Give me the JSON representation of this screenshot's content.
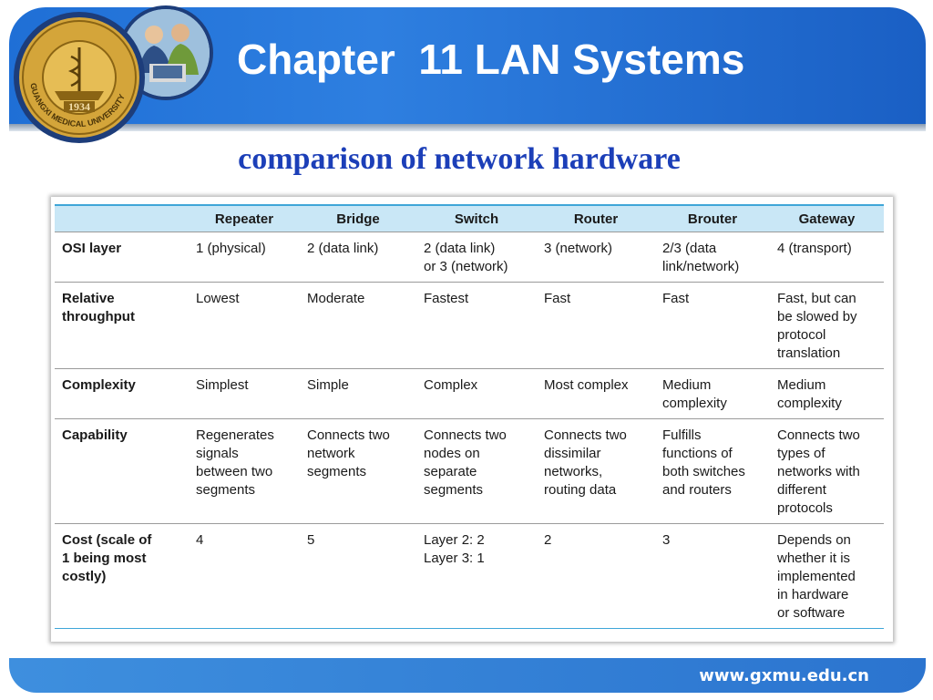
{
  "header": {
    "title": "Chapter  11 LAN Systems"
  },
  "logo": {
    "year": "1934",
    "ring_text": "GUANGXI MEDICAL UNIVERSITY"
  },
  "subtitle": "comparison of network hardware",
  "table": {
    "columns": [
      "",
      "Repeater",
      "Bridge",
      "Switch",
      "Router",
      "Brouter",
      "Gateway"
    ],
    "rows": [
      {
        "label": [
          "OSI layer"
        ],
        "cells": [
          [
            "1 (physical)"
          ],
          [
            "2 (data link)"
          ],
          [
            "2 (data link)",
            "or 3 (network)"
          ],
          [
            "3 (network)"
          ],
          [
            "2/3 (data",
            "link/network)"
          ],
          [
            "4 (transport)"
          ]
        ]
      },
      {
        "label": [
          "Relative",
          "throughput"
        ],
        "cells": [
          [
            "Lowest"
          ],
          [
            "Moderate"
          ],
          [
            "Fastest"
          ],
          [
            "Fast"
          ],
          [
            "Fast"
          ],
          [
            "Fast, but can",
            "be slowed by",
            "protocol",
            "translation"
          ]
        ]
      },
      {
        "label": [
          "Complexity"
        ],
        "cells": [
          [
            "Simplest"
          ],
          [
            "Simple"
          ],
          [
            "Complex"
          ],
          [
            "Most complex"
          ],
          [
            "Medium",
            "complexity"
          ],
          [
            "Medium",
            "complexity"
          ]
        ]
      },
      {
        "label": [
          "Capability"
        ],
        "cells": [
          [
            "Regenerates",
            "signals",
            "between two",
            "segments"
          ],
          [
            "Connects two",
            "network",
            "segments"
          ],
          [
            "Connects two",
            "nodes on",
            "separate",
            "segments"
          ],
          [
            "Connects two",
            "dissimilar",
            "networks,",
            "routing data"
          ],
          [
            "Fulfills",
            "functions of",
            "both switches",
            "and routers"
          ],
          [
            "Connects two",
            "types of",
            "networks with",
            "different",
            "protocols"
          ]
        ]
      },
      {
        "label": [
          "Cost (scale of",
          "1 being most",
          "costly)"
        ],
        "cells": [
          [
            "4"
          ],
          [
            "5"
          ],
          [
            "Layer 2:  2",
            "Layer 3:  1"
          ],
          [
            "2"
          ],
          [
            "3"
          ],
          [
            "Depends on",
            "whether it is",
            "implemented",
            "in hardware",
            "or software"
          ]
        ]
      }
    ]
  },
  "footer": {
    "url": "www.gxmu.edu.cn"
  },
  "colors": {
    "header_blue": "#2e7fe0",
    "subtitle_blue": "#1c3fb8",
    "table_header_bg": "#c9e7f6",
    "table_rule": "#3fa6d8",
    "logo_gold": "#d4a53a"
  }
}
